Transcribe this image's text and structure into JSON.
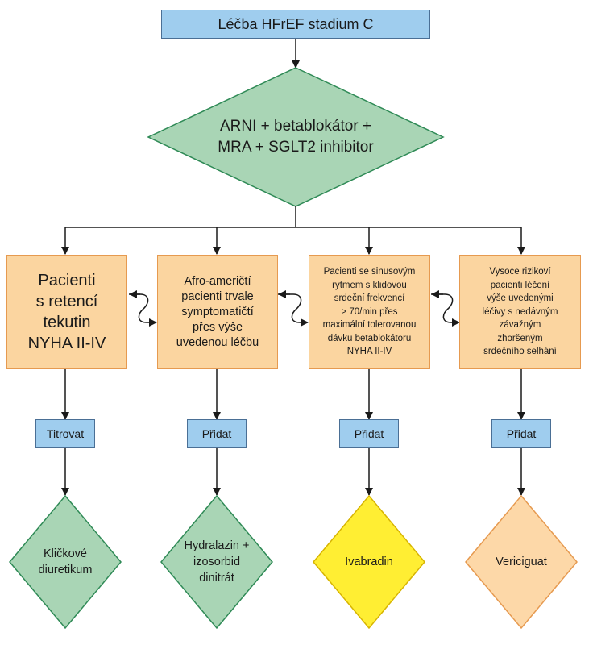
{
  "top_box": "Léčba HFrEF stadium C",
  "main_diamond": "ARNI + betablokátor +\nMRA + SGLT2 inhibitor",
  "columns": [
    {
      "condition": "Pacienti\ns retencí\ntekutin\nNYHA II-IV",
      "action": "Titrovat",
      "treatment": "Kličkové\ndiuretikum"
    },
    {
      "condition": "Afro-američtí\npacienti trvale\nsymptomatičtí\npřes výše\nuvedenou léčbu",
      "action": "Přidat",
      "treatment": "Hydralazin +\nizosorbid\ndinitrát"
    },
    {
      "condition": "Pacienti se sinusovým\nrytmem s klidovou\nsrdeční frekvencí\n> 70/min přes\nmaximální tolerovanou\ndávku betablokátoru\nNYHA II-IV",
      "action": "Přidat",
      "treatment": "Ivabradin"
    },
    {
      "condition": "Vysoce rizikoví\npacienti léčení\nvýše uvedenými\nléčivy s nedávným\nzávažným\nzhoršeným\nsrdečního selhání",
      "action": "Přidat",
      "treatment": "Vericiguat"
    }
  ],
  "colors": {
    "blue_fill": "#9fcdee",
    "orange_fill": "#fbd5a0",
    "green_fill": "#a9d5b5",
    "yellow_fill": "#ffee33",
    "light_orange_fill": "#fdd8a8"
  }
}
